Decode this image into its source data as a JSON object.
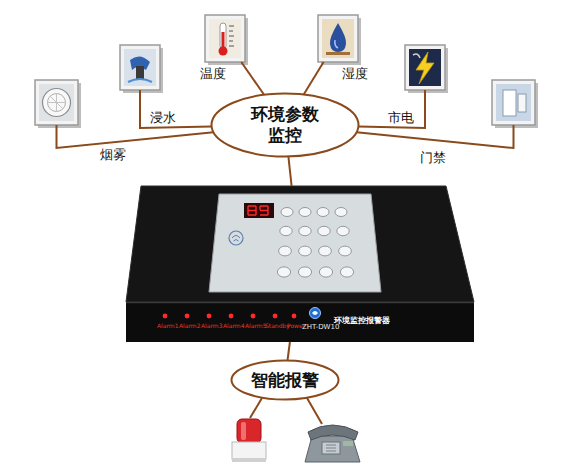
{
  "diagram": {
    "nodes": [
      {
        "text": [
          "烟雾"
        ]
      },
      {
        "text": [
          "浸水"
        ]
      },
      {
        "text": [
          "温度"
        ]
      },
      {
        "text": [
          "湿度"
        ]
      },
      {
        "text": [
          "市电"
        ]
      },
      {
        "text": [
          "门禁"
        ]
      },
      {
        "text": [
          "环境参数 监控"
        ]
      },
      {
        "text": [
          "ZHT-DW10",
          "环境监控报警器"
        ]
      },
      {
        "text": [
          "智能报警"
        ]
      }
    ],
    "edges": [
      {
        "from": 0,
        "to": 6,
        "arrow": "none"
      },
      {
        "from": 1,
        "to": 6,
        "arrow": "none"
      },
      {
        "from": 2,
        "to": 6,
        "arrow": "none"
      },
      {
        "from": 3,
        "to": 6,
        "arrow": "none"
      },
      {
        "from": 4,
        "to": 6,
        "arrow": "none"
      },
      {
        "from": 5,
        "to": 6,
        "arrow": "none"
      },
      {
        "from": 6,
        "to": 7,
        "arrow": "none"
      },
      {
        "from": 7,
        "to": 8,
        "arrow": "none"
      }
    ],
    "labels": [
      "Alarm1",
      "Alarm2",
      "Alarm3",
      "Alarm4",
      "Alarm5",
      "Standby",
      "Power"
    ]
  }
}
